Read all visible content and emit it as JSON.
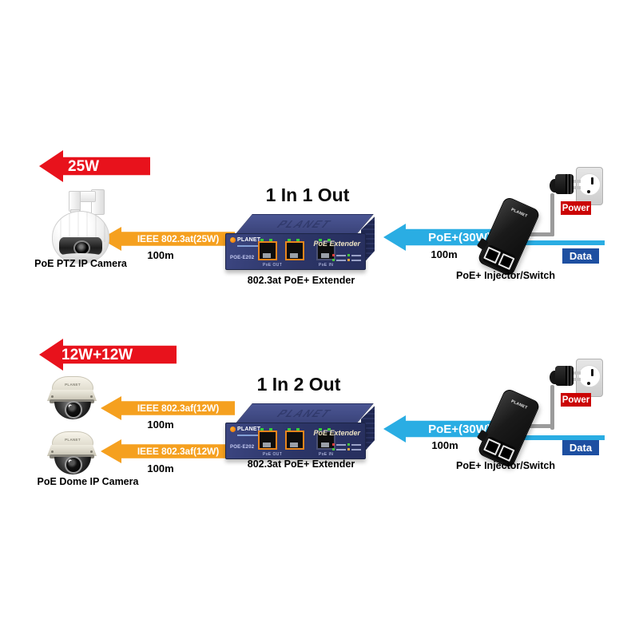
{
  "diagram": {
    "background": "#ffffff",
    "sections": [
      {
        "title": "1 In 1 Out",
        "delivered_power_label": "25W",
        "camera": {
          "caption": "PoE PTZ IP Camera"
        },
        "links": [
          {
            "standard": "IEEE 802.3at(25W)",
            "distance": "100m"
          }
        ],
        "extender": {
          "caption": "802.3at PoE+ Extender",
          "panel_label": "PoE Extender",
          "brand": "PLANET",
          "model": "POE-E202",
          "top_emboss": "PLANET",
          "port_out_label": "PoE OUT",
          "port_in_label": "PoE IN"
        },
        "uplink": {
          "label": "PoE+(30W)",
          "distance": "100m"
        },
        "injector": {
          "caption": "PoE+ Injector/Switch",
          "brand": "PLANET"
        },
        "power_tag": "Power",
        "data_tag": "Data"
      },
      {
        "title": "1 In 2 Out",
        "delivered_power_label": "12W+12W",
        "camera": {
          "caption": "PoE Dome IP Camera",
          "brand": "PLANET"
        },
        "links": [
          {
            "standard": "IEEE 802.3af(12W)",
            "distance": "100m"
          },
          {
            "standard": "IEEE 802.3af(12W)",
            "distance": "100m"
          }
        ],
        "extender": {
          "caption": "802.3at PoE+ Extender",
          "panel_label": "PoE Extender",
          "brand": "PLANET",
          "model": "POE-E202",
          "top_emboss": "PLANET",
          "port_out_label": "PoE OUT",
          "port_in_label": "PoE IN"
        },
        "uplink": {
          "label": "PoE+(30W)",
          "distance": "100m"
        },
        "injector": {
          "caption": "PoE+ Injector/Switch",
          "brand": "PLANET"
        },
        "power_tag": "Power",
        "data_tag": "Data"
      }
    ],
    "colors": {
      "power_arrow": "#e8121c",
      "poe_link_arrow": "#f5a01f",
      "uplink_arrow": "#2aade3",
      "power_tag_bg": "#cb0404",
      "data_tag_bg": "#1d4fa1",
      "extender_body": "#2d3566",
      "port_bezel": "#e8851c"
    }
  }
}
